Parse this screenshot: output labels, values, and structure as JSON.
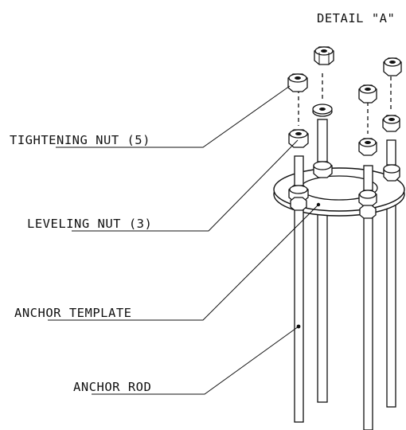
{
  "detail_title": "DETAIL \"A\"",
  "callouts": {
    "tightening_nut": "TIGHTENING NUT (5)",
    "leveling_nut": "LEVELING NUT (3)",
    "anchor_template": "ANCHOR TEMPLATE",
    "anchor_rod": "ANCHOR ROD"
  }
}
